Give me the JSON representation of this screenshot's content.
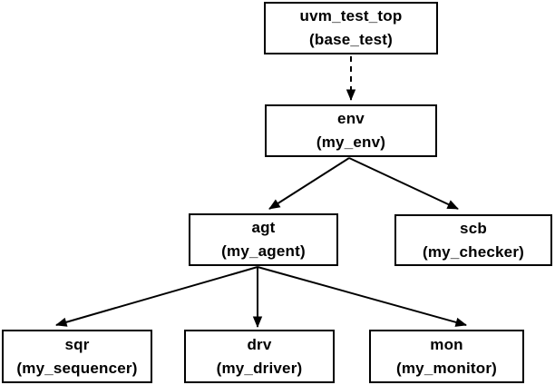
{
  "diagram": {
    "description": "UVM testbench component hierarchy",
    "colors": {
      "background": "#ffffff",
      "box_fill": "#ffffff",
      "box_border": "#000000",
      "line": "#000000",
      "text": "#000000"
    },
    "nodes": [
      {
        "id": "uvm_test_top",
        "line1": "uvm_test_top",
        "line2": "(base_test)"
      },
      {
        "id": "env",
        "line1": "env",
        "line2": "(my_env)"
      },
      {
        "id": "agt",
        "line1": "agt",
        "line2": "(my_agent)"
      },
      {
        "id": "scb",
        "line1": "scb",
        "line2": "(my_checker)"
      },
      {
        "id": "sqr",
        "line1": "sqr",
        "line2": "(my_sequencer)"
      },
      {
        "id": "drv",
        "line1": "drv",
        "line2": "(my_driver)"
      },
      {
        "id": "mon",
        "line1": "mon",
        "line2": "(my_monitor)"
      }
    ],
    "edges": [
      {
        "from": "uvm_test_top",
        "to": "env",
        "style": "dashed"
      },
      {
        "from": "env",
        "to": "agt",
        "style": "solid"
      },
      {
        "from": "env",
        "to": "scb",
        "style": "solid"
      },
      {
        "from": "agt",
        "to": "sqr",
        "style": "solid"
      },
      {
        "from": "agt",
        "to": "drv",
        "style": "solid"
      },
      {
        "from": "agt",
        "to": "mon",
        "style": "solid"
      }
    ]
  }
}
